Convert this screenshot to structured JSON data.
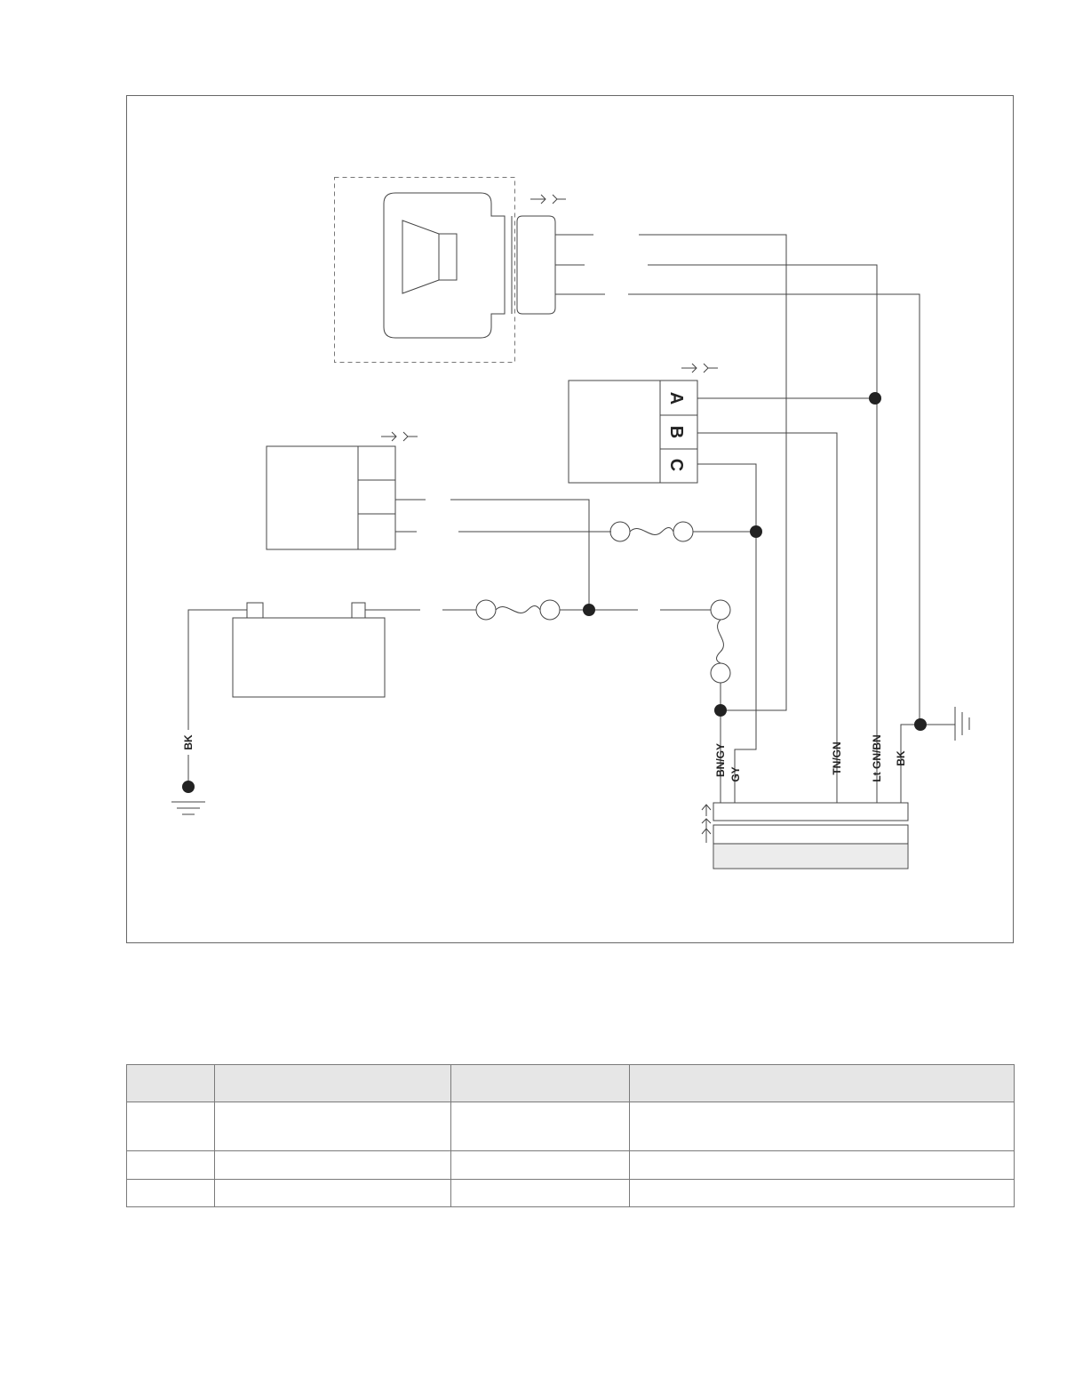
{
  "connector_pins": [
    "A",
    "B",
    "C"
  ],
  "wire_labels": {
    "left_ground": "BK",
    "bus_1": "BN/GY",
    "bus_2": "GY",
    "bus_3": "TN/GN",
    "bus_4": "Lt GN/BN",
    "bus_5": "BK"
  },
  "table": {
    "headers": [
      "",
      "",
      "",
      ""
    ],
    "rows": [
      [
        "",
        "",
        "",
        ""
      ],
      [
        "",
        "",
        "",
        ""
      ],
      [
        "",
        "",
        "",
        ""
      ]
    ]
  },
  "colors": {
    "line": "#444444",
    "table_header_bg": "#e6e6e6",
    "module_shade": "#ececec"
  }
}
